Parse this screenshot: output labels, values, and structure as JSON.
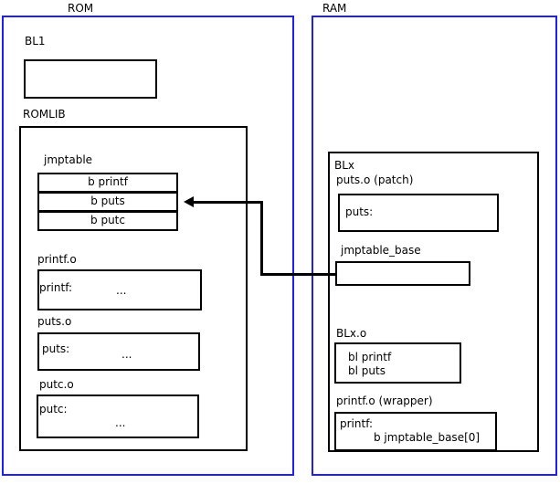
{
  "regions": {
    "rom": {
      "title": "ROM"
    },
    "ram": {
      "title": "RAM"
    }
  },
  "rom": {
    "bl1": {
      "label": "BL1"
    },
    "romlib": {
      "label": "ROMLIB",
      "jmptable": {
        "label": "jmptable",
        "entries": [
          "b printf",
          "b puts",
          "b putc"
        ]
      },
      "modules": [
        {
          "label": "printf.o",
          "symbol": "printf:",
          "body": "..."
        },
        {
          "label": "puts.o",
          "symbol": "puts:",
          "body": "..."
        },
        {
          "label": "putc.o",
          "symbol": "putc:",
          "body": "..."
        }
      ]
    }
  },
  "ram": {
    "blx": {
      "label": "BLx",
      "puts_patch": {
        "label": "puts.o (patch)",
        "symbol": "puts:"
      },
      "jmptable_base": {
        "label": "jmptable_base"
      },
      "blx_o": {
        "label": "BLx.o",
        "line1": "bl printf",
        "line2": "bl puts"
      },
      "printf_wrapper": {
        "label": "printf.o (wrapper)",
        "symbol": "printf:",
        "branch": "b jmptable_base[0]"
      }
    }
  },
  "connector": {
    "name": "jmptable-base-to-jmptable-puts-arrow"
  },
  "colors": {
    "region_border": "#2020ee",
    "box_border": "#000000",
    "background": "#ffffff",
    "text": "#000000"
  }
}
